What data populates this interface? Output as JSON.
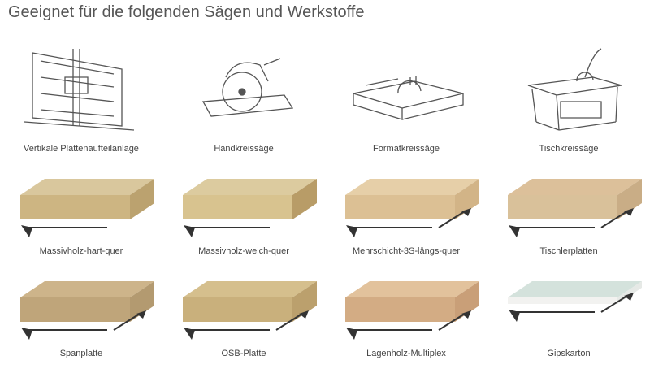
{
  "title": "Geeignet für die folgenden Sägen und Werkstoffe",
  "saws": [
    {
      "label": "Vertikale Plattenaufteilanlage",
      "icon": "vertical-panel-saw-icon"
    },
    {
      "label": "Handkreissäge",
      "icon": "circular-hand-saw-icon"
    },
    {
      "label": "Formatkreissäge",
      "icon": "sliding-table-saw-icon"
    },
    {
      "label": "Tischkreissäge",
      "icon": "table-saw-icon"
    }
  ],
  "materials": [
    {
      "label": "Massivholz-hart-quer",
      "top": "#d9c79d",
      "front": "#cdb582",
      "side": "#bba26f"
    },
    {
      "label": "Massivholz-weich-quer",
      "top": "#dccb9f",
      "front": "#d8c38f",
      "side": "#b89c67"
    },
    {
      "label": "Mehrschicht-3S-längs-quer",
      "top": "#e6cfa8",
      "front": "#dcc094",
      "side": "#d2b487"
    },
    {
      "label": "Tischlerplatten",
      "top": "#dcc09a",
      "front": "#d9c19a",
      "side": "#c9ad86"
    },
    {
      "label": "Spanplatte",
      "top": "#cdb48a",
      "front": "#bfa57a",
      "side": "#b39a70"
    },
    {
      "label": "OSB-Platte",
      "top": "#d5bf8d",
      "front": "#c9b07c",
      "side": "#bba06d"
    },
    {
      "label": "Lagenholz-Multiplex",
      "top": "#e2c29c",
      "front": "#d3ac84",
      "side": "#c99f78"
    },
    {
      "label": "Gipskarton",
      "top": "#d4e2dc",
      "front": "#f2f2f0",
      "side": "#e6e9e6"
    }
  ]
}
